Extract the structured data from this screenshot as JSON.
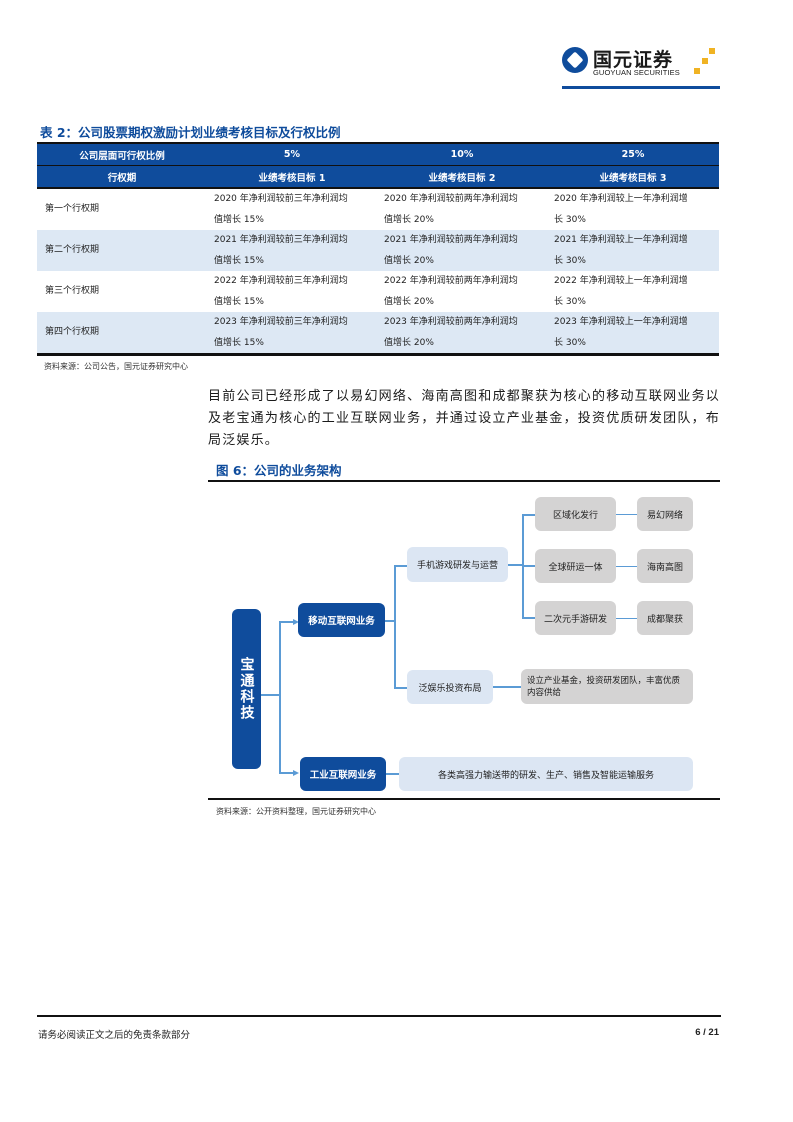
{
  "header": {
    "logo_cn": "国元证券",
    "logo_en": "GUOYUAN SECURITIES",
    "brand_color": "#0f4c9c",
    "accent_color": "#f0b323"
  },
  "table": {
    "title": "表 2：公司股票期权激励计划业绩考核目标及行权比例",
    "header_row1": [
      "公司层面可行权比例",
      "5%",
      "10%",
      "25%"
    ],
    "header_row2": [
      "行权期",
      "业绩考核目标 1",
      "业绩考核目标 2",
      "业绩考核目标 3"
    ],
    "rows": [
      {
        "label": "第一个行权期",
        "t1_a": "2020 年净利润较前三年净利润均",
        "t1_b": "值增长 15%",
        "t2_a": "2020 年净利润较前两年净利润均",
        "t2_b": "值增长 20%",
        "t3_a": "2020 年净利润较上一年净利润增",
        "t3_b": "长 30%"
      },
      {
        "label": "第二个行权期",
        "t1_a": "2021 年净利润较前三年净利润均",
        "t1_b": "值增长 15%",
        "t2_a": "2021 年净利润较前两年净利润均",
        "t2_b": "值增长 20%",
        "t3_a": "2021 年净利润较上一年净利润增",
        "t3_b": "长 30%"
      },
      {
        "label": "第三个行权期",
        "t1_a": "2022 年净利润较前三年净利润均",
        "t1_b": "值增长 15%",
        "t2_a": "2022 年净利润较前两年净利润均",
        "t2_b": "值增长 20%",
        "t3_a": "2022 年净利润较上一年净利润增",
        "t3_b": "长 30%"
      },
      {
        "label": "第四个行权期",
        "t1_a": "2023 年净利润较前三年净利润均",
        "t1_b": "值增长 15%",
        "t2_a": "2023 年净利润较前两年净利润均",
        "t2_b": "值增长 20%",
        "t3_a": "2023 年净利润较上一年净利润增",
        "t3_b": "长 30%"
      }
    ],
    "source": "资料来源：公司公告，国元证券研究中心"
  },
  "body": {
    "paragraph": "目前公司已经形成了以易幻网络、海南高图和成都聚获为核心的移动互联网业务以及老宝通为核心的工业互联网业务，并通过设立产业基金，投资优质研发团队，布局泛娱乐。"
  },
  "figure": {
    "title": "图 6：公司的业务架构",
    "root": "宝通科技",
    "mobile": "移动互联网业务",
    "industrial": "工业互联网业务",
    "games": "手机游戏研发与运营",
    "ent": "泛娱乐投资布局",
    "ent_detail": "设立产业基金，投资研发团队，丰富优质内容供给",
    "industrial_detail": "各类高强力输送带的研发、生产、销售及智能运输服务",
    "game_branches": [
      {
        "mode": "区域化发行",
        "company": "易幻网络"
      },
      {
        "mode": "全球研运一体",
        "company": "海南高图"
      },
      {
        "mode": "二次元手游研发",
        "company": "成都聚获"
      }
    ],
    "source": "资料来源：公开资料整理，国元证券研究中心"
  },
  "footer": {
    "disclaimer": "请务必阅读正文之后的免责条款部分",
    "page": "6 / 21"
  }
}
